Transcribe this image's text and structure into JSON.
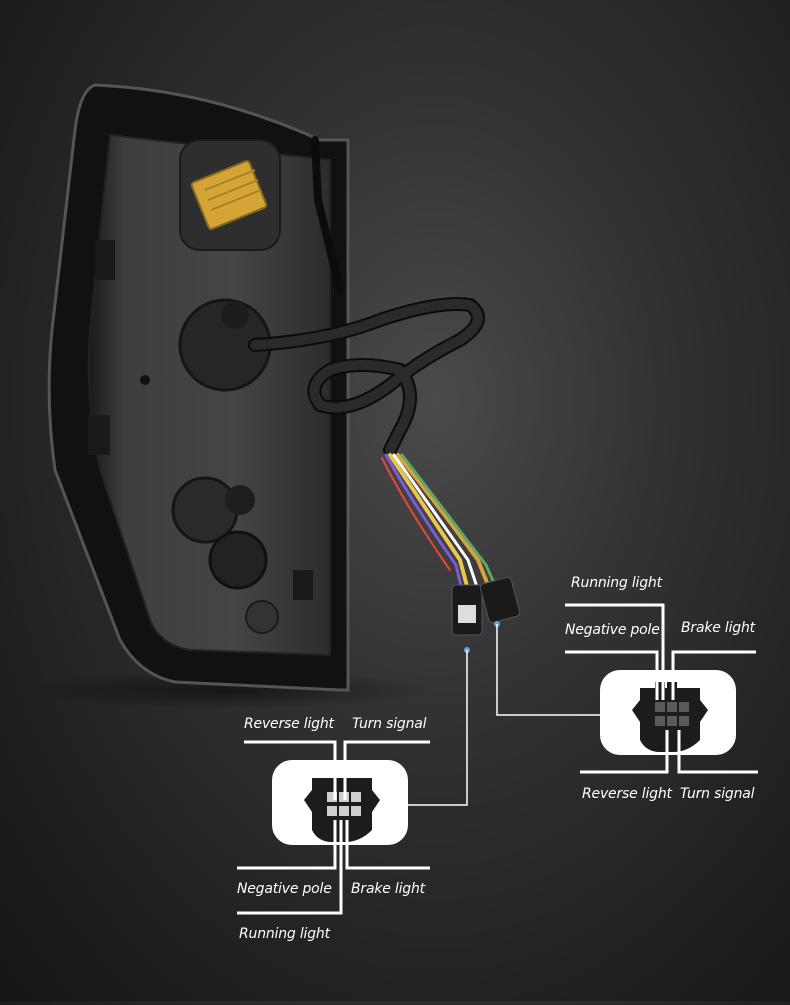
{
  "product": "LED tail light with wiring harness and connectors",
  "connector_left": {
    "labels": {
      "reverse_light": "Reverse light",
      "turn_signal": "Turn signal",
      "negative_pole": "Negative pole",
      "brake_light": "Brake light",
      "running_light": "Running light"
    }
  },
  "connector_right": {
    "labels": {
      "running_light": "Running light",
      "negative_pole": "Negative pole",
      "brake_light": "Brake light",
      "reverse_light": "Reverse light",
      "turn_signal": "Turn signal"
    }
  },
  "colors": {
    "background": "#2b2b2b",
    "housing": "#3a3a3a",
    "resistor": "#d4a437",
    "callout_box": "#ffffff",
    "connector": "#1c1c1c",
    "line": "#ffffff",
    "wire_colors": [
      "#e8c84a",
      "#d9a23a",
      "#ffffff",
      "#7c5bd6",
      "#e04a3a",
      "#5aa86a"
    ]
  }
}
